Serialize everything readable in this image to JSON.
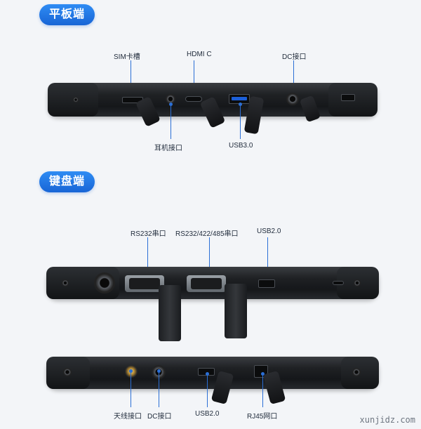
{
  "sections": {
    "tablet": {
      "title": "平板端"
    },
    "keyboard": {
      "title": "键盘端"
    }
  },
  "tablet_ports": {
    "sim": "SIM卡槽",
    "hdmi": "HDMI C",
    "dc": "DC接口",
    "earphone": "耳机接口",
    "usb3": "USB3.0"
  },
  "keyboard_top_ports": {
    "rs232": "RS232串口",
    "rs_multi": "RS232/422/485串口",
    "usb2": "USB2.0"
  },
  "keyboard_bottom_ports": {
    "antenna": "天线接口",
    "dc": "DC接口",
    "usb2": "USB2.0",
    "rj45": "RJ45网口"
  },
  "watermark": "xunjidz.com",
  "colors": {
    "accent": "#1865d6",
    "line": "#2b6fd6",
    "device": "#1f2124"
  }
}
